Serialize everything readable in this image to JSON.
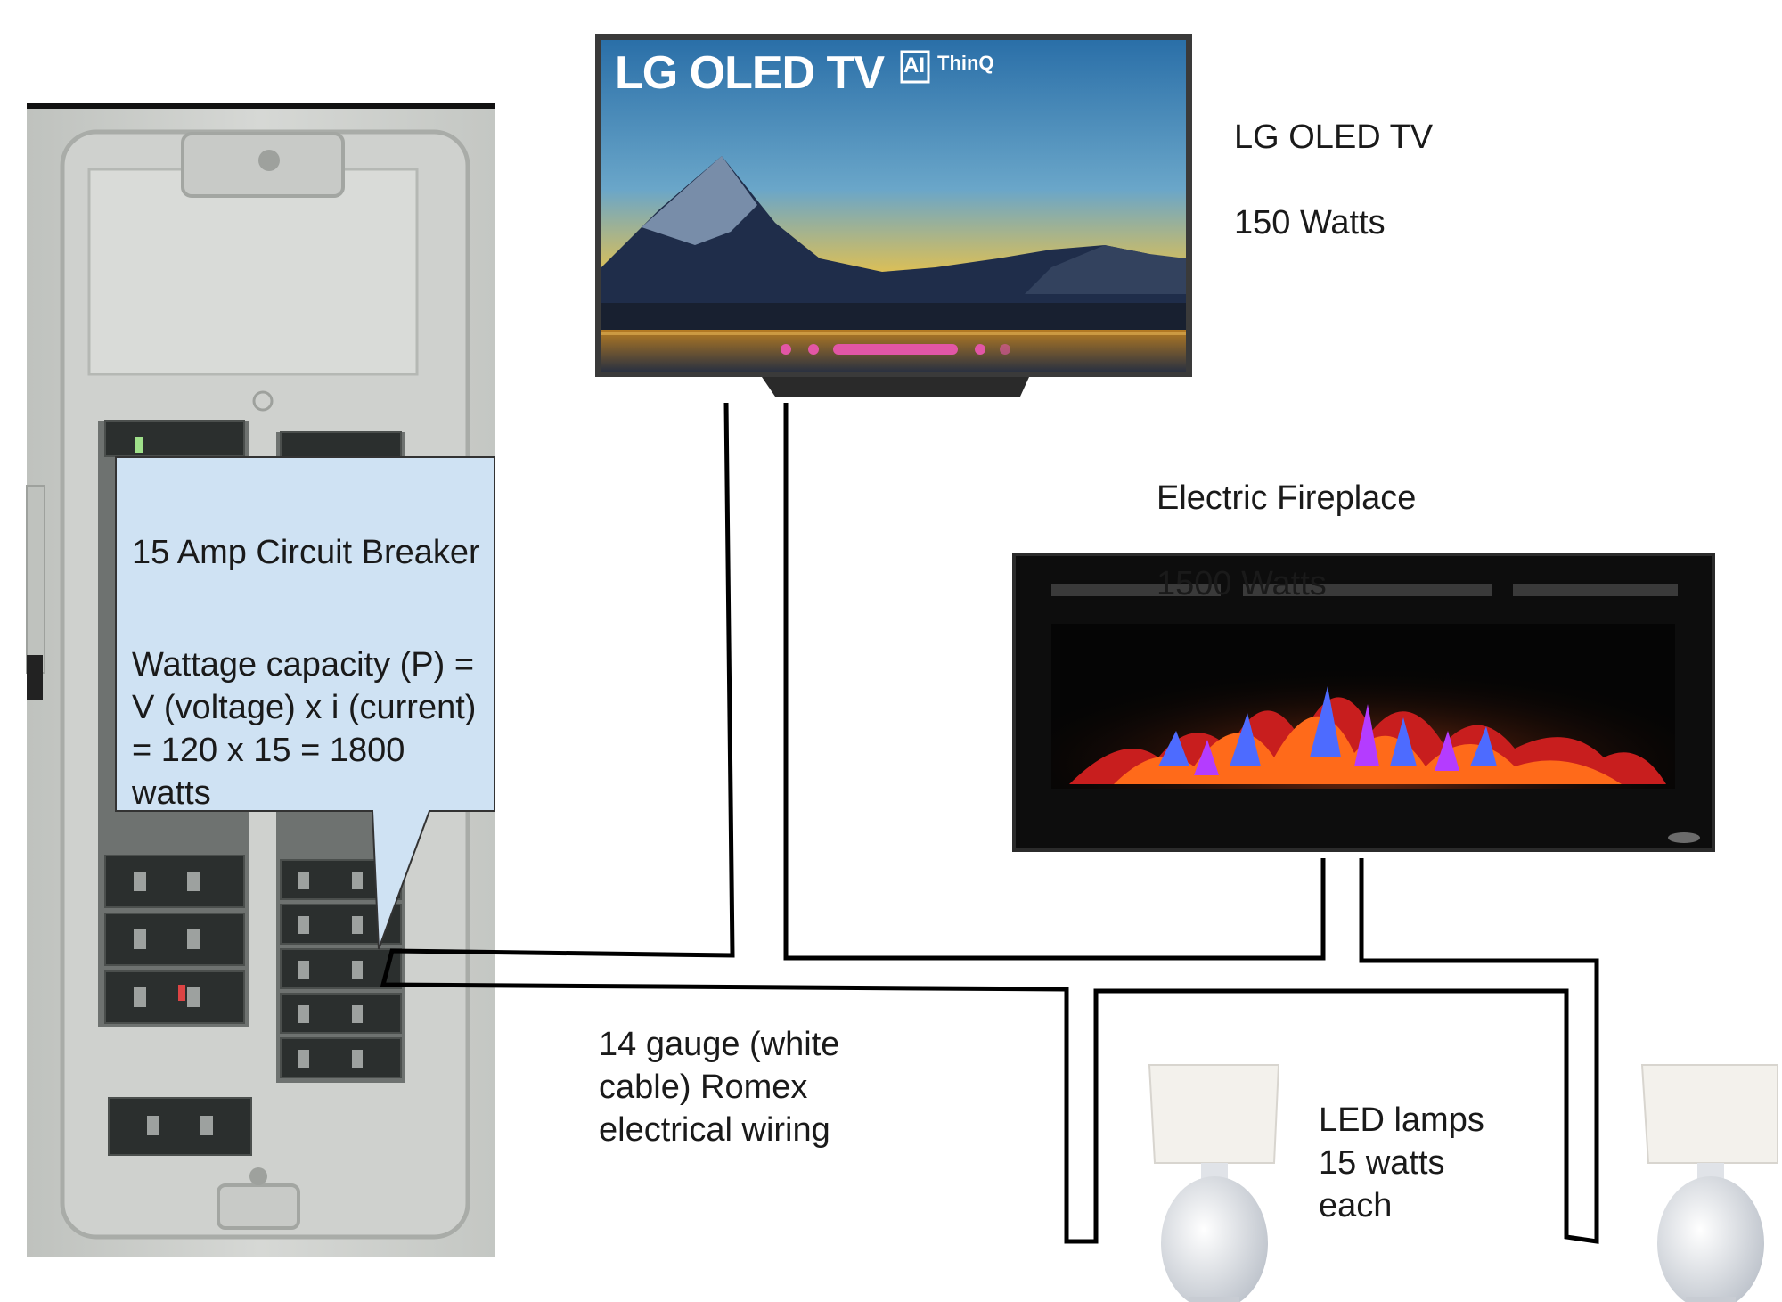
{
  "tv": {
    "brand_logo": "LG OLED TV",
    "badge_ai": "AI",
    "badge_thinq": "ThinQ",
    "label_name": "LG OLED TV",
    "label_watts": "150 Watts"
  },
  "fireplace": {
    "label_name": "Electric Fireplace",
    "label_watts": "1500 Watts"
  },
  "breaker": {
    "callout_title": "15 Amp Circuit Breaker",
    "callout_formula": "Wattage capacity (P) = V (voltage) x i (current) = 120 x 15 = 1800 watts"
  },
  "wiring": {
    "label": "14 gauge (white cable) Romex electrical wiring"
  },
  "lamps": {
    "label": "LED lamps 15 watts each"
  },
  "colors": {
    "callout_fill": "#cfe2f3",
    "callout_border": "#333333",
    "wire": "#000000",
    "panel": "#c9ccc8"
  }
}
